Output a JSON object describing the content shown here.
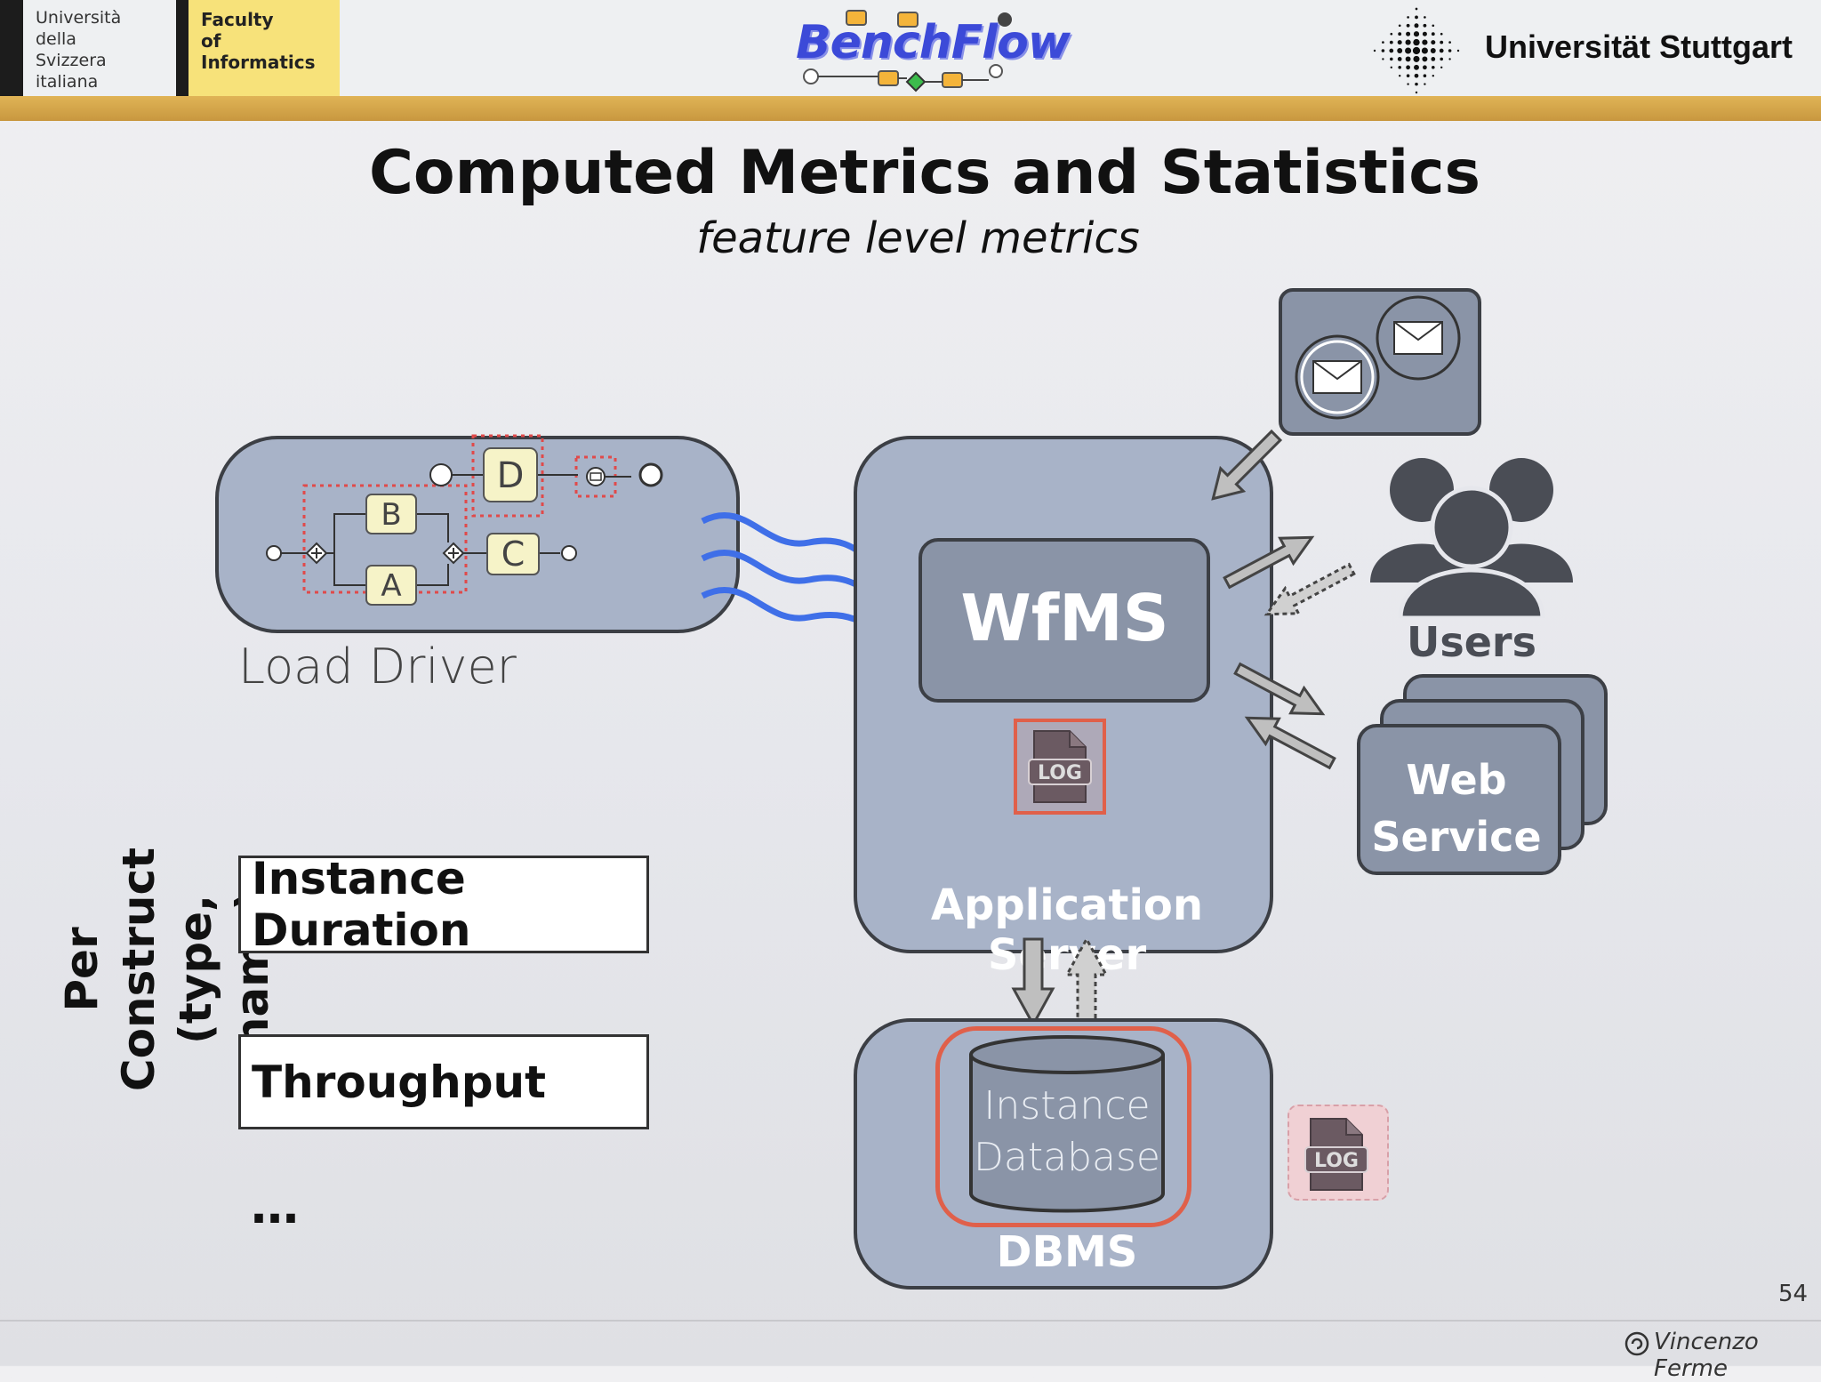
{
  "header": {
    "usi_lines": [
      "Università",
      "della",
      "Svizzera",
      "italiana"
    ],
    "faculty_lines": [
      "Faculty",
      "of Informatics"
    ],
    "logo_text": "BenchFlow",
    "university": "Universität Stuttgart"
  },
  "slide": {
    "title": "Computed Metrics and Statistics",
    "subtitle": "feature level metrics"
  },
  "diagram": {
    "load_driver": "Load Driver",
    "tasks": [
      "B",
      "A",
      "D",
      "C"
    ],
    "wfms": "WfMS",
    "app_server": "Application Server",
    "log_label": "LOG",
    "users": "Users",
    "web_service_lines": [
      "Web",
      "Service"
    ],
    "instance_db_lines": [
      "Instance",
      "Database"
    ],
    "dbms": "DBMS"
  },
  "metrics": {
    "group_lines": [
      "Per Construct",
      "(type, name)"
    ],
    "items": [
      "Instance Duration",
      "Throughput"
    ],
    "more": "…"
  },
  "footer": {
    "page_number": "54",
    "author": "Vincenzo Ferme"
  },
  "colors": {
    "gold_bar": "#d4a64a",
    "box_fill": "#a8b3c8",
    "dark_box": "#8a94a7",
    "highlight_red": "#e0604a",
    "wave_blue": "#3f6fe8"
  }
}
